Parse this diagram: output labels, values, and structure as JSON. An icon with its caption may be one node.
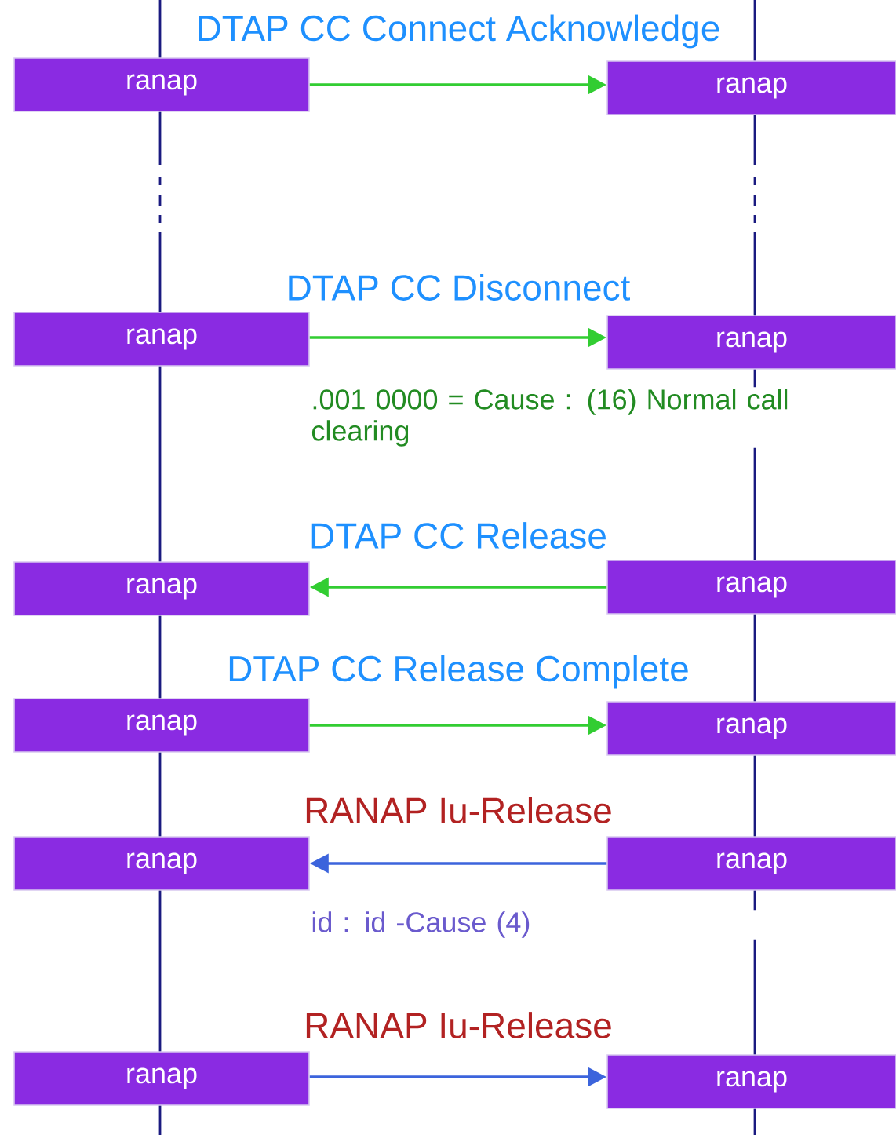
{
  "diagram": {
    "nodes": [
      {
        "text": [
          "ranap"
        ]
      },
      {
        "text": [
          "ranap"
        ]
      },
      {
        "text": [
          "ranap"
        ]
      },
      {
        "text": [
          "ranap"
        ]
      },
      {
        "text": [
          "ranap"
        ]
      },
      {
        "text": [
          "ranap"
        ]
      },
      {
        "text": [
          "ranap"
        ]
      },
      {
        "text": [
          "ranap"
        ]
      },
      {
        "text": [
          "ranap"
        ]
      },
      {
        "text": [
          "ranap"
        ]
      },
      {
        "text": [
          "ranap"
        ]
      },
      {
        "text": [
          "ranap"
        ]
      }
    ],
    "edges": [
      {
        "from": 0,
        "to": 1,
        "arrow": "to",
        "label": "DTAP CC Connect Acknowledge"
      },
      {
        "from": 2,
        "to": 3,
        "arrow": "to",
        "label": "DTAP CC Disconnect"
      },
      {
        "from": 5,
        "to": 4,
        "arrow": "to",
        "label": "DTAP CC Release"
      },
      {
        "from": 6,
        "to": 7,
        "arrow": "to",
        "label": "DTAP CC Release Complete"
      },
      {
        "from": 9,
        "to": 8,
        "arrow": "to",
        "label": "RANAP Iu-Release",
        "color": "#3c64dc"
      },
      {
        "from": 10,
        "to": 11,
        "arrow": "to",
        "label": "RANAP Iu-Release",
        "color": "#3c64dc"
      }
    ],
    "labels": [
      ".001 0000 = Cause : (16) Normal call clearing",
      "id : id -Cause (4)"
    ]
  }
}
